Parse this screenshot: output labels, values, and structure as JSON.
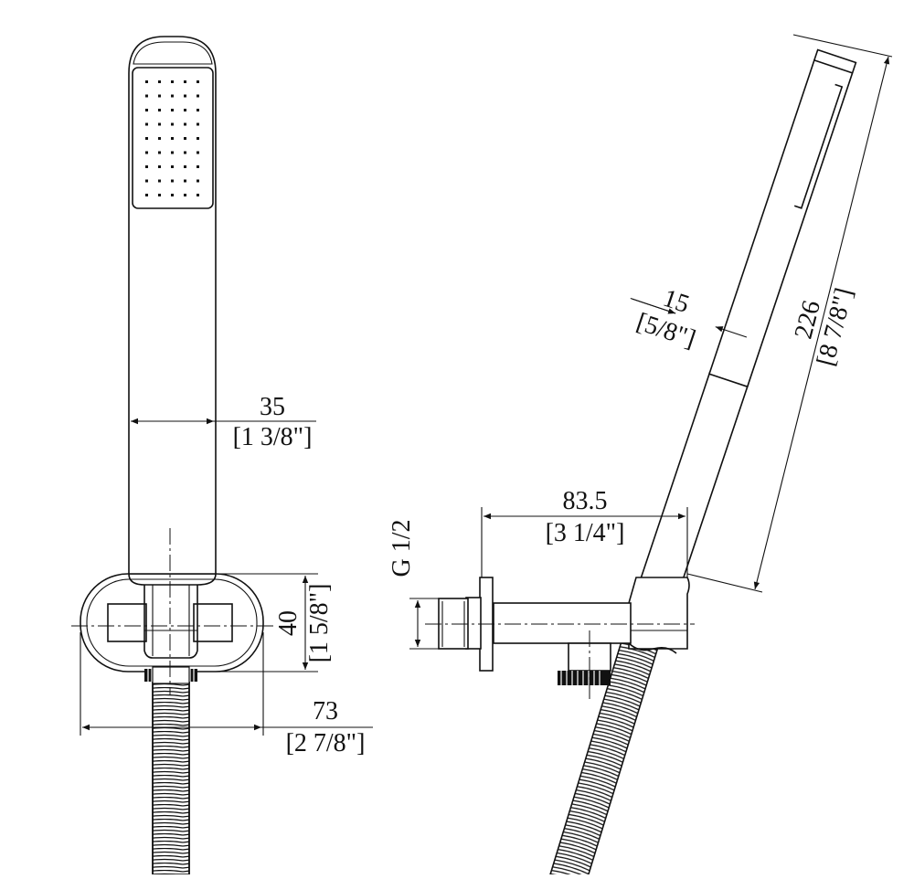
{
  "dimensions": {
    "handset_width": {
      "metric": "35",
      "imperial": "[1 3/8\"]"
    },
    "bracket_height": {
      "metric": "40",
      "imperial": "[1 5/8\"]"
    },
    "bracket_width": {
      "metric": "73",
      "imperial": "[2 7/8\"]"
    },
    "handle_thickness": {
      "metric": "15",
      "imperial": "[5/8\"]"
    },
    "handset_length": {
      "metric": "226",
      "imperial": "[8 7/8\"]"
    },
    "arm_projection": {
      "metric": "83.5",
      "imperial": "[3 1/4\"]"
    },
    "thread": {
      "label": "G 1/2"
    }
  }
}
